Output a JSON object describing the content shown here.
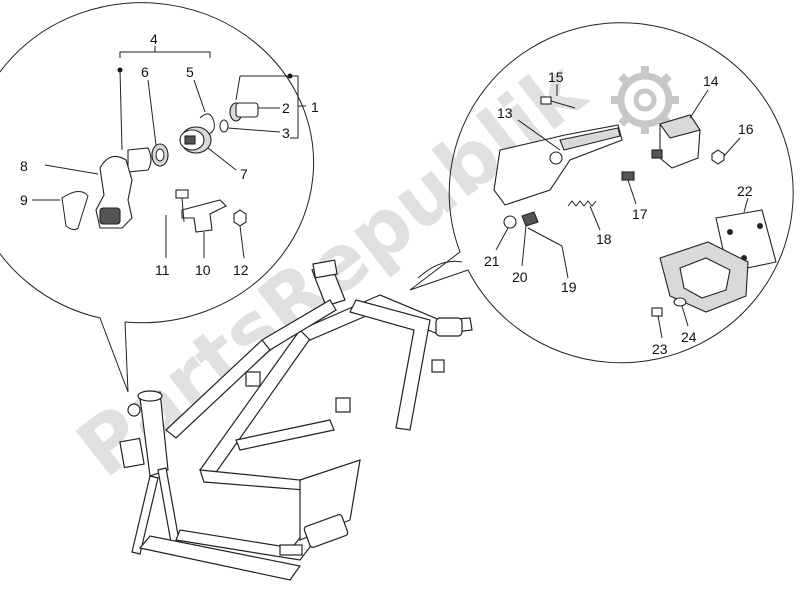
{
  "watermark": "PartsRepublik",
  "callouts": [
    "1",
    "2",
    "3",
    "4",
    "5",
    "6",
    "7",
    "8",
    "9",
    "10",
    "11",
    "12",
    "13",
    "14",
    "15",
    "16",
    "17",
    "18",
    "19",
    "20",
    "21",
    "22",
    "23",
    "24"
  ]
}
